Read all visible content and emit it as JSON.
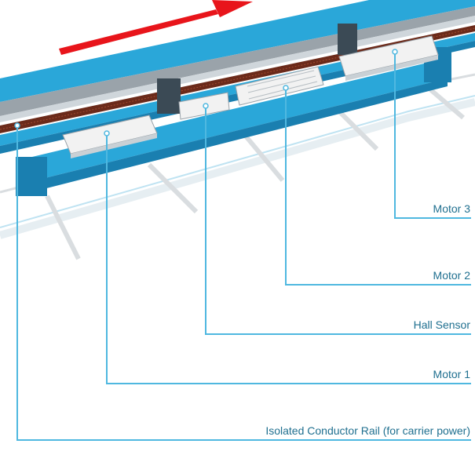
{
  "labels": {
    "motor3": "Motor 3",
    "motor2": "Motor 2",
    "hall_sensor": "Hall Sensor",
    "motor1": "Motor 1",
    "conductor_rail": "Isolated Conductor Rail (for carrier power)"
  },
  "colors": {
    "frame_blue": "#2aa7d9",
    "frame_dark": "#1a7fb0",
    "callout_line": "#4fb8e0",
    "label_text": "#1f6f8f",
    "arrow_red": "#e8151b",
    "chain_brown": "#6b2a1a",
    "component_white": "#f2f2f2"
  },
  "icons": {
    "direction_arrow": "red-arrow-right"
  }
}
